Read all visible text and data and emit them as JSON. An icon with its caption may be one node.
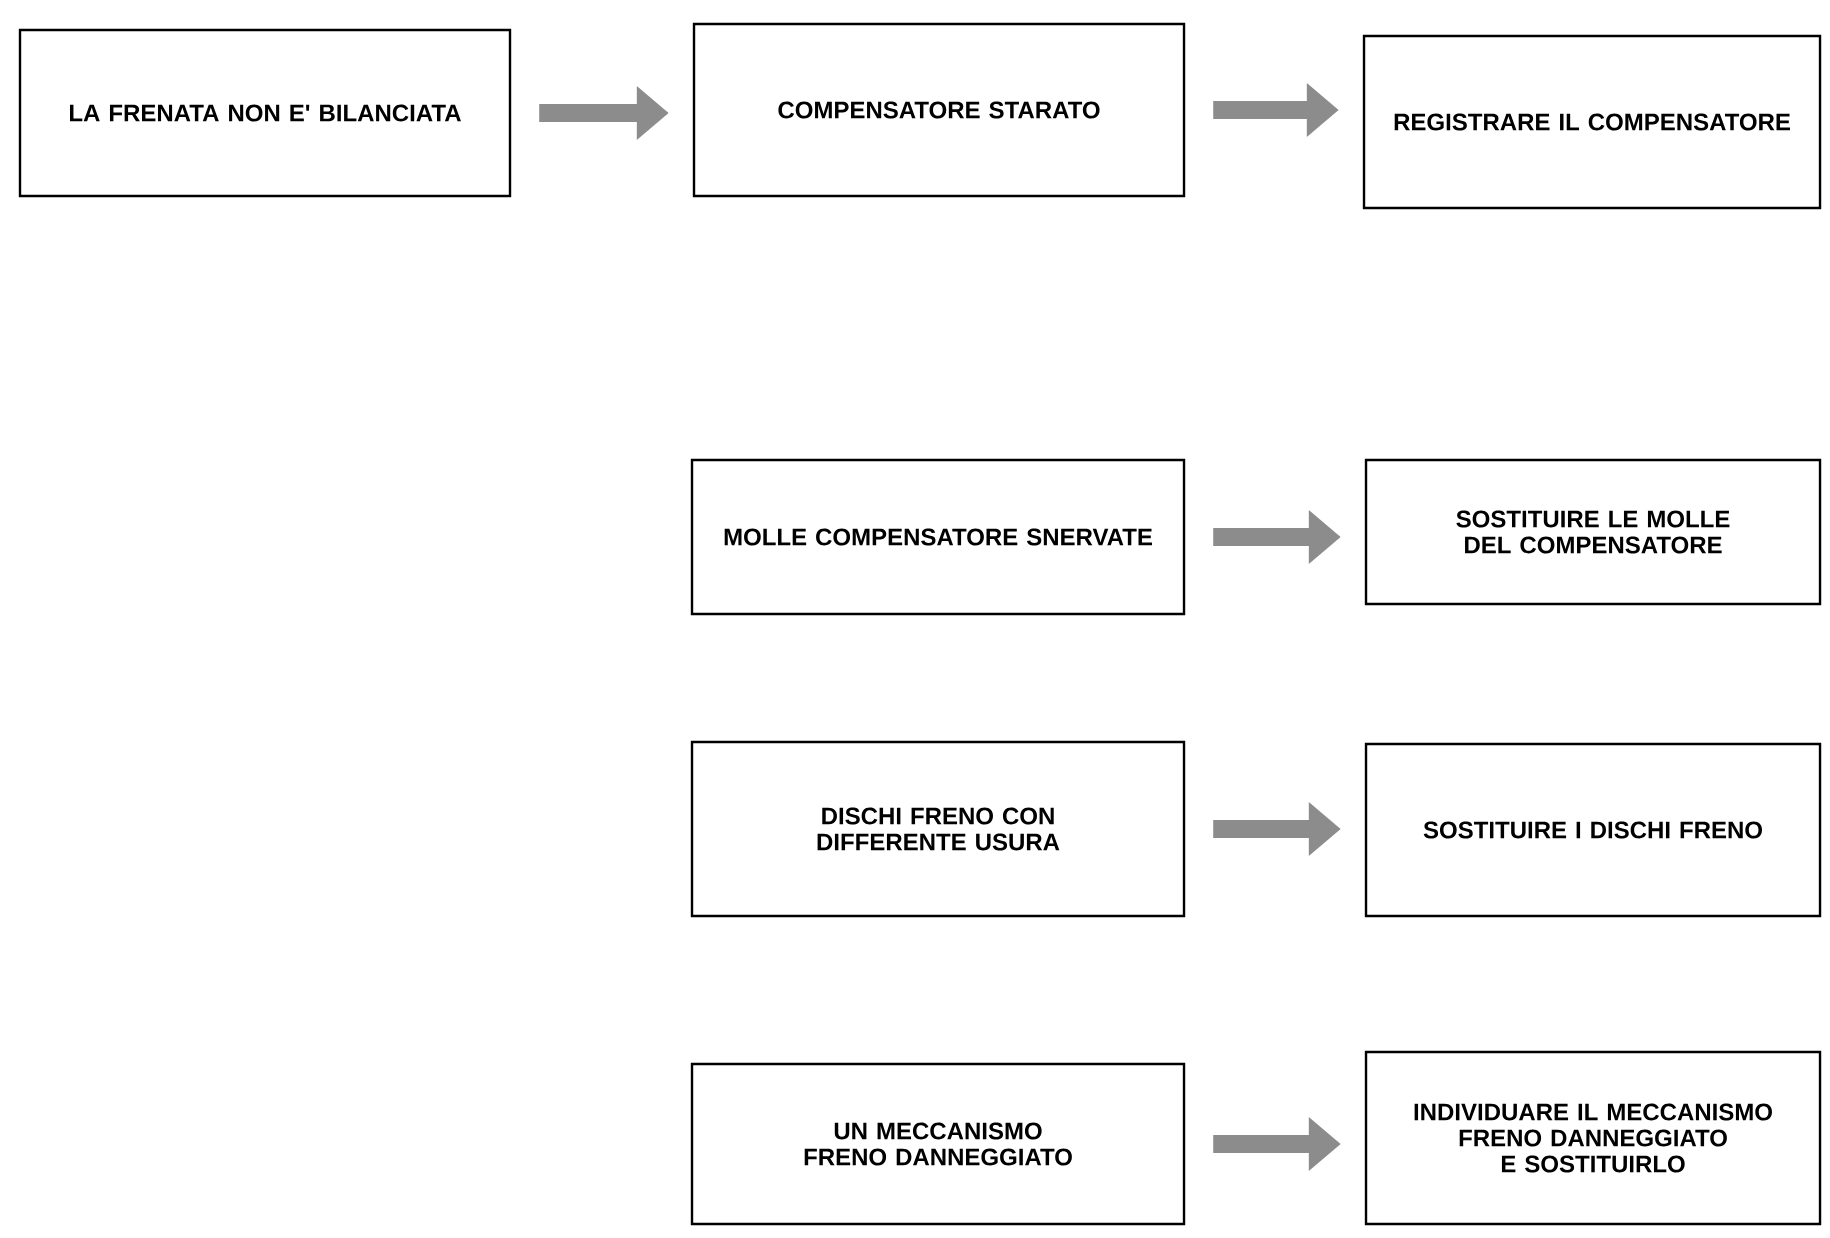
{
  "diagram": {
    "nodes": [
      {
        "text": [
          "LA FRENATA NON E' BILANCIATA"
        ]
      },
      {
        "text": [
          "COMPENSATORE STARATO"
        ]
      },
      {
        "text": [
          "REGISTRARE IL COMPENSATORE"
        ]
      },
      {
        "text": [
          "MOLLE COMPENSATORE SNERVATE"
        ]
      },
      {
        "text": [
          "SOSTITUIRE LE MOLLE DEL COMPENSATORE"
        ]
      },
      {
        "text": [
          "DISCHI FRENO CON DIFFERENTE USURA"
        ]
      },
      {
        "text": [
          "SOSTITUIRE I DISCHI FRENO"
        ]
      },
      {
        "text": [
          "UN MECCANISMO FRENO DANNEGGIATO"
        ]
      },
      {
        "text": [
          "INDIVIDUARE IL MECCANISMO FRENO DANNEGGIATO E SOSTITUIRLO"
        ]
      }
    ],
    "edges": [
      {
        "from": 0,
        "to": 1,
        "arrow": "to"
      },
      {
        "from": 1,
        "to": 2,
        "arrow": "to"
      },
      {
        "from": 3,
        "to": 4,
        "arrow": "to"
      },
      {
        "from": 5,
        "to": 6,
        "arrow": "to"
      },
      {
        "from": 7,
        "to": 8,
        "arrow": "to"
      }
    ]
  }
}
